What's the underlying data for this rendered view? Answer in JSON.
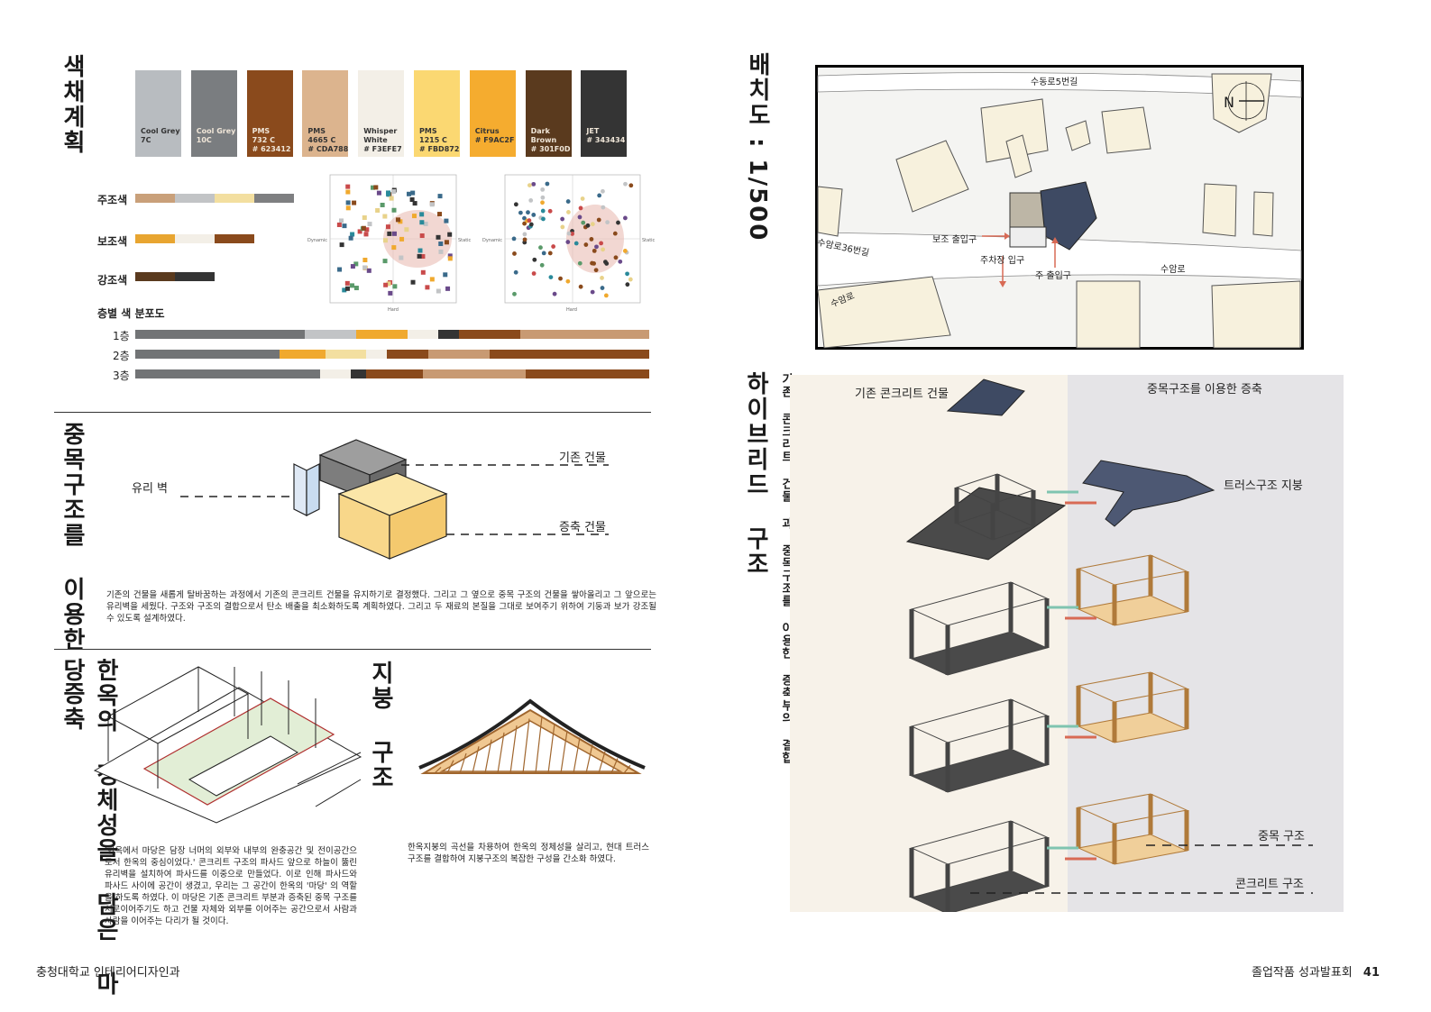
{
  "left": {
    "color_plan": {
      "title": "색채계획",
      "swatches": [
        {
          "line1": "Cool Grey",
          "line2": "7C",
          "line3": "",
          "color": "#b8bcc0"
        },
        {
          "line1": "Cool Grey",
          "line2": "10C",
          "line3": "",
          "color": "#7a7d80"
        },
        {
          "line1": "PMS",
          "line2": "732 C",
          "line3": "# 623412",
          "color": "#8a4a1c"
        },
        {
          "line1": "PMS",
          "line2": "4665 C",
          "line3": "# CDA788",
          "color": "#dcb48e"
        },
        {
          "line1": "Whisper",
          "line2": "White",
          "line3": "# F3EFE7",
          "color": "#f3efe7"
        },
        {
          "line1": "PMS",
          "line2": "1215 C",
          "line3": "# FBD872",
          "color": "#fbd872"
        },
        {
          "line1": "Citrus",
          "line2": "",
          "line3": "# F9AC2F",
          "color": "#f5ac2f"
        },
        {
          "line1": "Dark",
          "line2": "Brown",
          "line3": "# 301F0D",
          "color": "#5a3a1e"
        },
        {
          "line1": "JET",
          "line2": "",
          "line3": "# 343434",
          "color": "#343434"
        }
      ],
      "main_label": "주조색",
      "main_colors": [
        "#c9a07a",
        "#c2c4c6",
        "#f3dfa0",
        "#7e7f81"
      ],
      "sub_label": "보조색",
      "sub_colors": [
        "#e8a530",
        "#f3efe7",
        "#8a4a1c"
      ],
      "accent_label": "강조색",
      "accent_colors": [
        "#5a3a1e",
        "#343434"
      ],
      "floor_title": "층별 색 분포도",
      "floors": [
        {
          "label": "1층",
          "segments": [
            {
              "c": "#727476",
              "w": 33
            },
            {
              "c": "#c2c4c6",
              "w": 10
            },
            {
              "c": "#f0a92e",
              "w": 10
            },
            {
              "c": "#f3efe7",
              "w": 6
            },
            {
              "c": "#343434",
              "w": 4
            },
            {
              "c": "#8a4a1c",
              "w": 12
            },
            {
              "c": "#c89a73",
              "w": 25
            }
          ]
        },
        {
          "label": "2층",
          "segments": [
            {
              "c": "#727476",
              "w": 28
            },
            {
              "c": "#f0a92e",
              "w": 9
            },
            {
              "c": "#f3dfa0",
              "w": 8
            },
            {
              "c": "#f3efe7",
              "w": 4
            },
            {
              "c": "#8a4a1c",
              "w": 8
            },
            {
              "c": "#c89a73",
              "w": 12
            },
            {
              "c": "#8a4a1c",
              "w": 31
            }
          ]
        },
        {
          "label": "3층",
          "segments": [
            {
              "c": "#727476",
              "w": 36
            },
            {
              "c": "#f3efe7",
              "w": 6
            },
            {
              "c": "#343434",
              "w": 3
            },
            {
              "c": "#8a4a1c",
              "w": 11
            },
            {
              "c": "#c89a73",
              "w": 20
            },
            {
              "c": "#8a4a1c",
              "w": 24
            }
          ]
        }
      ],
      "scatter_axis": {
        "left": "Dynamic",
        "right": "Static",
        "bottom": "Hard"
      }
    },
    "extension": {
      "title": "중목구조를 이용한 증축",
      "label_glass": "유리 벽",
      "label_existing": "기존 건물",
      "label_extension": "증축 건물",
      "paragraph": "기존의 건물을 새롭게 탈바꿈하는 과정에서 기존의 콘크리트 건물을 유지하기로 결정했다. 그리고 그 옆으로 중목 구조의 건물을 쌓아올리고 그 앞으로는 유리벽을 세웠다. 구조와 구조의 결합으로서 탄소 배출을 최소화하도록 계획하였다. 그리고 두 재료의 본질을 그대로 보여주기 위하여 기둥과 보가 강조될 수 있도록 설계하였다."
    },
    "madang": {
      "title": "한옥의 정체성을 담은 마당",
      "paragraph": "'한옥에서 마당은 담장 너머의 외부와 내부의 완충공간 및 전이공간으로서 한옥의 중심이었다.' 콘크리트 구조의 파사드 앞으로 하늘이 뚫린 유리벽을 설치하여 파사드를 이중으로 만들었다. 이로 인해 파사드와 파사드 사이에 공간이 생겼고, 우리는 그 공간이 한옥의 '마당' 의 역할을 하도록 하였다. 이 마당은 기존 콘크리트 부분과 증축된 중목 구조를 서로이어주기도 하고 건물 자체와 외부를 이어주는 공간으로서 사람과 사람을 이어주는 다리가 될 것이다."
    },
    "roof": {
      "title": "지붕 구조",
      "paragraph": "한옥지붕의 곡선을 차용하여 한옥의 정체성을 살리고, 현대 트러스 구조를 결합하여 지붕구조의 복잡한 구성을 간소화 하였다."
    },
    "footer": "충청대학교 인테리어디자인과"
  },
  "right": {
    "site_plan": {
      "title": "배치도 : 1/500",
      "road_top": "수동로5번길",
      "road_left1": "수암로36번길",
      "road_left2": "수암로",
      "road_right": "수암로",
      "sub_entrance": "보조 출입구",
      "parking_entrance": "주차장 입구",
      "main_entrance": "주 출입구",
      "north": "N"
    },
    "hybrid": {
      "title": "하이브리드 구조",
      "subtitle": "기존 콘크리트 건물 과 중목구조를 이용한 증축부의 결합",
      "label_existing": "기존 콘크리트 건물",
      "label_timber_ext": "중목구조를 이용한 증축",
      "label_truss_roof": "트러스구조 지붕",
      "label_timber": "중목 구조",
      "label_concrete": "콘크리트 구조"
    },
    "footer": "졸업작품 성과발표회",
    "page_number": "41"
  }
}
